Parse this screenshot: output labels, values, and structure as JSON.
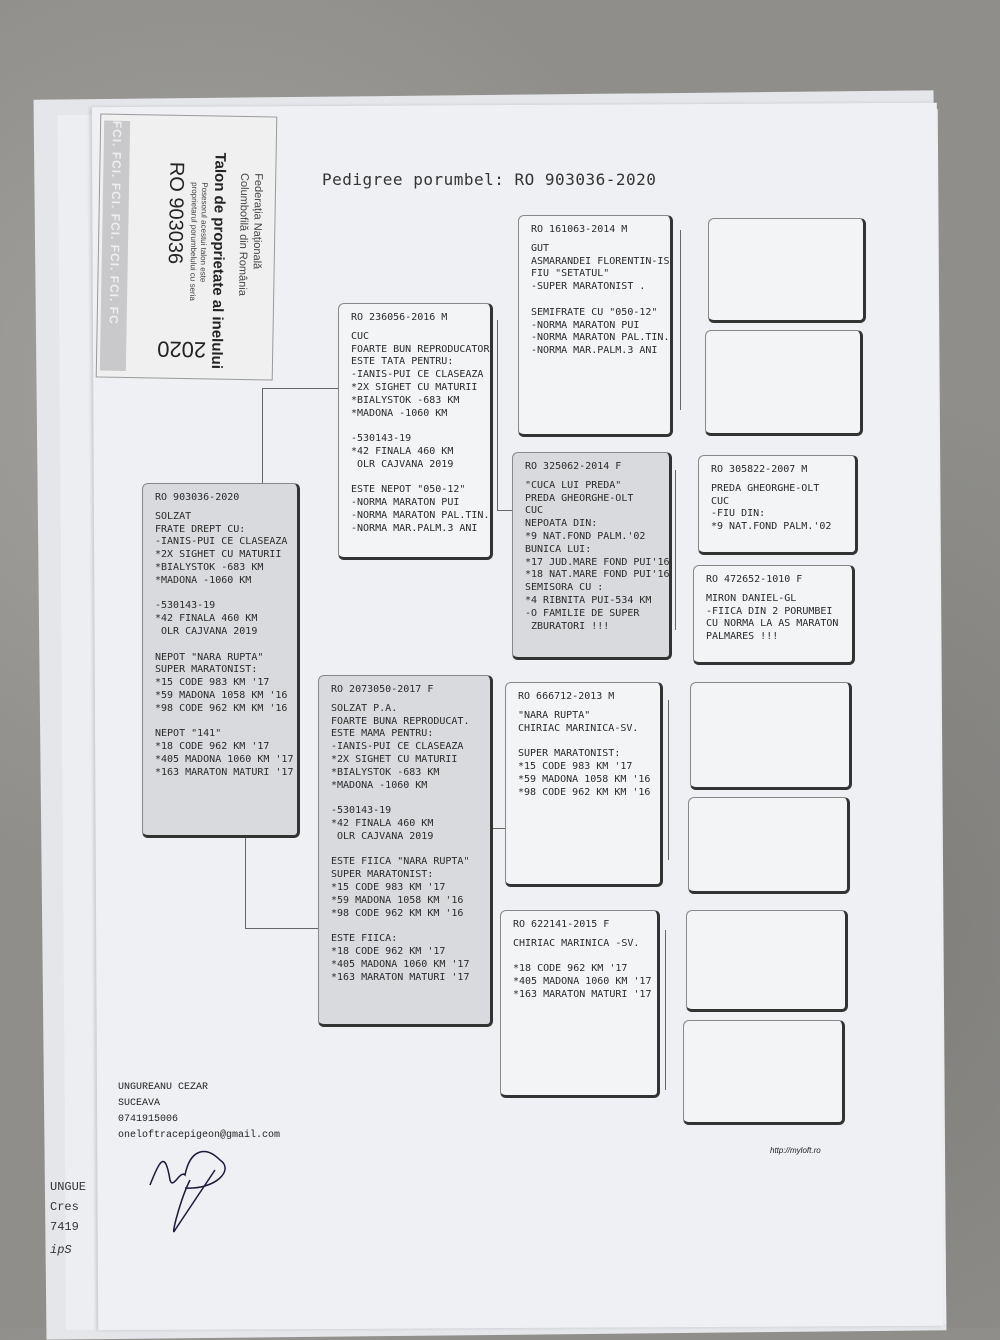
{
  "title": "Pedigree porumbel: RO 903036-2020",
  "ticket": {
    "federation": [
      "Federația Națională",
      "Columbofilă din România"
    ],
    "heading": "Talon de proprietate al inelului",
    "subtitle": [
      "Posesorul acestui talon este",
      "proprietarul porumbelului cu seria"
    ],
    "ring": "RO 903036",
    "year": "2020",
    "strip": "FCI. FCI. FCI. FCI. FCI. FCI. FC"
  },
  "boxes": {
    "subject": {
      "ring": "RO 903036-2020",
      "shade": "gray",
      "lines": [
        "SOLZAT",
        "FRATE DREPT CU:",
        "-IANIS-PUI CE CLASEAZA",
        "*2X SIGHET CU MATURII",
        "*BIALYSTOK -683 KM",
        "*MADONA -1060 KM",
        "",
        "-530143-19",
        "*42 FINALA 460 KM",
        " OLR CAJVANA 2019",
        "",
        "NEPOT \"NARA RUPTA\"",
        "SUPER MARATONIST:",
        "*15 CODE 983 KM '17",
        "*59 MADONA 1058 KM '16",
        "*98 CODE 962 KM KM '16",
        "",
        "NEPOT \"141\"",
        "*18 CODE 962 KM '17",
        "*405 MADONA 1060 KM '17",
        "*163 MARATON MATURI '17"
      ]
    },
    "sire": {
      "ring": "RO 236056-2016 M",
      "shade": "white",
      "lines": [
        "CUC",
        "FOARTE BUN REPRODUCATOR",
        "ESTE TATA PENTRU:",
        "-IANIS-PUI CE CLASEAZA",
        "*2X SIGHET CU MATURII",
        "*BIALYSTOK -683 KM",
        "*MADONA -1060 KM",
        "",
        "-530143-19",
        "*42 FINALA 460 KM",
        " OLR CAJVANA 2019",
        "",
        "ESTE NEPOT \"050-12\"",
        "-NORMA MARATON PUI",
        "-NORMA MARATON PAL.TIN.",
        "-NORMA MAR.PALM.3 ANI"
      ]
    },
    "dam": {
      "ring": "RO 2073050-2017 F",
      "shade": "gray",
      "lines": [
        "SOLZAT P.A.",
        "FOARTE BUNA REPRODUCAT.",
        "ESTE MAMA PENTRU:",
        "-IANIS-PUI CE CLASEAZA",
        "*2X SIGHET CU MATURII",
        "*BIALYSTOK -683 KM",
        "*MADONA -1060 KM",
        "",
        "-530143-19",
        "*42 FINALA 460 KM",
        " OLR CAJVANA 2019",
        "",
        "ESTE FIICA \"NARA RUPTA\"",
        "SUPER MARATONIST:",
        "*15 CODE 983 KM '17",
        "*59 MADONA 1058 KM '16",
        "*98 CODE 962 KM KM '16",
        "",
        "ESTE FIICA:",
        "*18 CODE 962 KM '17",
        "*405 MADONA 1060 KM '17",
        "*163 MARATON MATURI '17"
      ]
    },
    "sire_sire": {
      "ring": "RO 161063-2014 M",
      "shade": "white",
      "lines": [
        "GUT",
        "ASMARANDEI FLORENTIN-IS",
        "FIU \"SETATUL\"",
        "-SUPER MARATONIST .",
        "",
        "SEMIFRATE CU \"050-12\"",
        "-NORMA MARATON PUI",
        "-NORMA MARATON PAL.TIN.",
        "-NORMA MAR.PALM.3 ANI"
      ]
    },
    "sire_dam": {
      "ring": "RO 325062-2014 F",
      "shade": "gray",
      "lines": [
        "\"CUCA LUI PREDA\"",
        "PREDA GHEORGHE-OLT",
        "CUC",
        "NEPOATA DIN:",
        "*9 NAT.FOND PALM.'02",
        "BUNICA LUI:",
        "*17 JUD.MARE FOND PUI'16",
        "*18 NAT.MARE FOND PUI'16",
        "SEMISORA CU :",
        "*4 RIBNITA PUI-534 KM",
        "-O FAMILIE DE SUPER",
        " ZBURATORI !!!"
      ]
    },
    "dam_sire": {
      "ring": "RO 666712-2013 M",
      "shade": "white",
      "lines": [
        "\"NARA RUPTA\"",
        "CHIRIAC MARINICA-SV.",
        "",
        "SUPER MARATONIST:",
        "*15 CODE 983 KM '17",
        "*59 MADONA 1058 KM '16",
        "*98 CODE 962 KM KM '16"
      ]
    },
    "dam_dam": {
      "ring": "RO 622141-2015 F",
      "shade": "white",
      "lines": [
        "CHIRIAC MARINICA -SV.",
        "",
        "*18 CODE 962 KM '17",
        "*405 MADONA 1060 KM '17",
        "*163 MARATON MATURI '17"
      ]
    },
    "g4_1": {
      "ring": "",
      "shade": "white",
      "lines": []
    },
    "g4_2": {
      "ring": "",
      "shade": "white",
      "lines": []
    },
    "g4_3": {
      "ring": "RO 305822-2007 M",
      "shade": "white",
      "lines": [
        "PREDA GHEORGHE-OLT",
        "CUC",
        "-FIU DIN:",
        "*9 NAT.FOND PALM.'02"
      ]
    },
    "g4_4": {
      "ring": "RO 472652-1010 F",
      "shade": "white",
      "lines": [
        "MIRON DANIEL-GL",
        "-FIICA DIN 2 PORUMBEI",
        "CU NORMA LA AS MARATON",
        "PALMARES !!!"
      ]
    },
    "g4_5": {
      "ring": "",
      "shade": "white",
      "lines": []
    },
    "g4_6": {
      "ring": "",
      "shade": "white",
      "lines": []
    },
    "g4_7": {
      "ring": "",
      "shade": "white",
      "lines": []
    },
    "g4_8": {
      "ring": "",
      "shade": "white",
      "lines": []
    }
  },
  "footer": {
    "name": "UNGUREANU CEZAR",
    "city": "SUCEAVA",
    "phone": "0741915006",
    "email": "oneloftracepigeon@gmail.com"
  },
  "site": "http://myloft.ro",
  "back_page_text": [
    "UNGUE",
    "Cres",
    "7419",
    "ipS"
  ]
}
